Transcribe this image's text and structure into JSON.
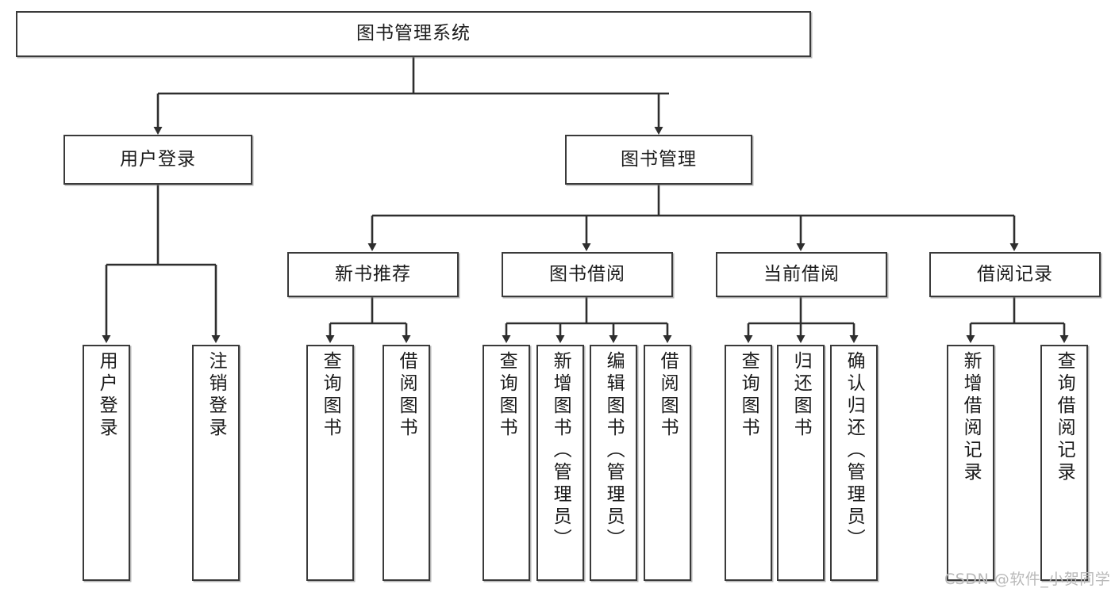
{
  "diagram": {
    "title": "图书管理系统",
    "type": "functional-structure-tree",
    "root": {
      "label": "图书管理系统"
    },
    "level2": [
      {
        "id": "user-login",
        "label": "用户登录"
      },
      {
        "id": "book-manage",
        "label": "图书管理"
      }
    ],
    "level3": [
      {
        "id": "new-book-recommend",
        "label": "新书推荐",
        "parent": "book-manage"
      },
      {
        "id": "book-borrow",
        "label": "图书借阅",
        "parent": "book-manage"
      },
      {
        "id": "current-borrow",
        "label": "当前借阅",
        "parent": "book-manage"
      },
      {
        "id": "borrow-record",
        "label": "借阅记录",
        "parent": "book-manage"
      }
    ],
    "leaves": [
      {
        "id": "leaf-user-login",
        "label": "用户登录",
        "parent": "user-login"
      },
      {
        "id": "leaf-user-logout",
        "label": "注销登录",
        "parent": "user-login"
      },
      {
        "id": "leaf-query-book-1",
        "label": "查询图书",
        "parent": "new-book-recommend"
      },
      {
        "id": "leaf-borrow-book-1",
        "label": "借阅图书",
        "parent": "new-book-recommend"
      },
      {
        "id": "leaf-query-book-2",
        "label": "查询图书",
        "parent": "book-borrow"
      },
      {
        "id": "leaf-add-book",
        "label": "新增图书（管理员）",
        "parent": "book-borrow"
      },
      {
        "id": "leaf-edit-book",
        "label": "编辑图书（管理员）",
        "parent": "book-borrow"
      },
      {
        "id": "leaf-borrow-book-2",
        "label": "借阅图书",
        "parent": "book-borrow"
      },
      {
        "id": "leaf-query-book-3",
        "label": "查询图书",
        "parent": "current-borrow"
      },
      {
        "id": "leaf-return-book",
        "label": "归还图书",
        "parent": "current-borrow"
      },
      {
        "id": "leaf-confirm-return",
        "label": "确认归还（管理员）",
        "parent": "current-borrow"
      },
      {
        "id": "leaf-add-record",
        "label": "新增借阅记录",
        "parent": "borrow-record"
      },
      {
        "id": "leaf-query-record",
        "label": "查询借阅记录",
        "parent": "borrow-record"
      }
    ]
  },
  "watermark": {
    "text": "CSDN @软件_小贺同学"
  },
  "colors": {
    "background": "#ffffff",
    "box_border": "#3a3a3a",
    "box_fill": "#ffffff",
    "text": "#1b1b1b",
    "connector": "#2e2e2e",
    "watermark": "#b9b9b9"
  }
}
